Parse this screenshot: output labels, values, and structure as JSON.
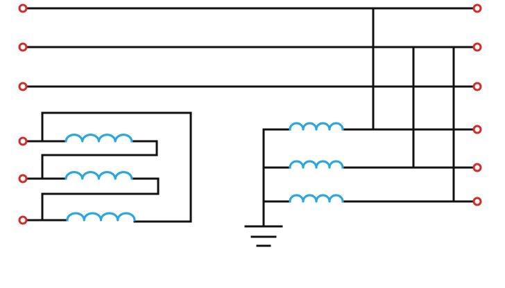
{
  "diagram": {
    "description_visible_text": "",
    "colors": {
      "wire": "#111111",
      "coil": "#2aa6e0",
      "terminal": "#d42a2a",
      "ground": "#111111",
      "background": "#ffffff"
    },
    "components": {
      "bus_lines": 3,
      "left_winding_set": {
        "type": "delta-connected coils",
        "coil_count": 3
      },
      "right_winding_set": {
        "type": "star-connected coils with grounded neutral",
        "coil_count": 3,
        "grounded": true
      },
      "terminals": {
        "left_side": 6,
        "right_side": 6
      },
      "icons": [
        "inductor-coil-icon",
        "ground-symbol-icon",
        "terminal-circle-icon"
      ]
    }
  }
}
